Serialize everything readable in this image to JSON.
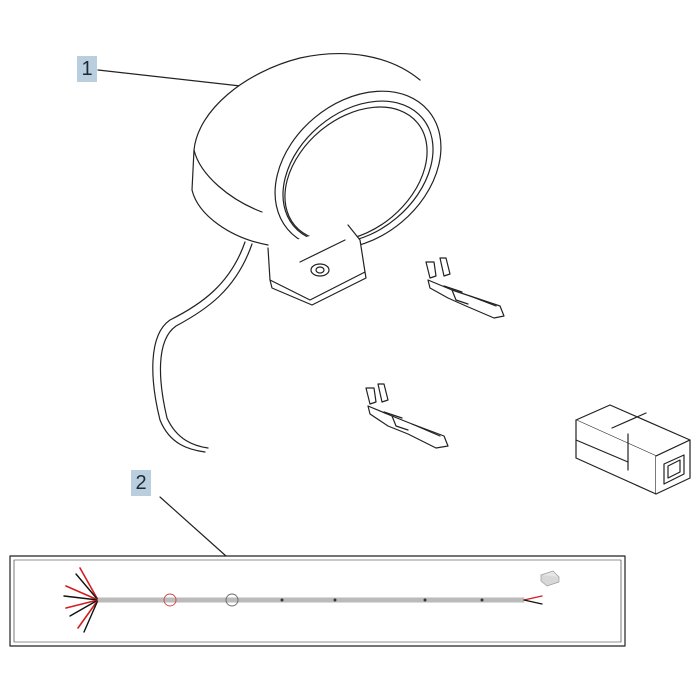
{
  "callouts": [
    {
      "number": "1",
      "part": "lamp"
    },
    {
      "number": "2",
      "part": "led-strip-harness"
    }
  ],
  "colors": {
    "line": "#222222",
    "callout_bg": "#b9cfe0",
    "wire_red": "#d21e1e",
    "wire_black": "#111111"
  }
}
